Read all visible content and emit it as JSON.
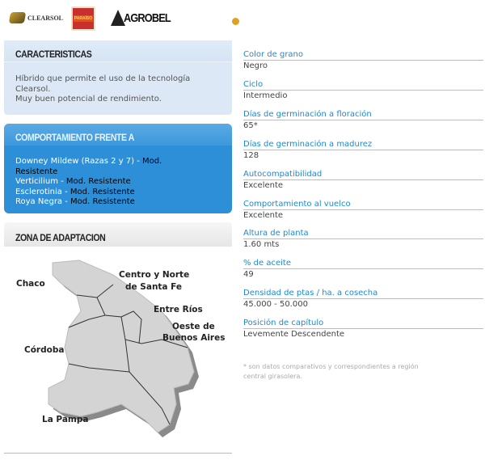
{
  "logos": [
    "CLEARSOL",
    "PARAÍSO",
    "AGROBEL"
  ],
  "caracteristicas": {
    "title": "CARACTERISTICAS",
    "lines": [
      "Híbrido que permite el uso de la tecnología",
      "Clearsol.",
      "Muy buen potencial de rendimiento."
    ]
  },
  "comportamiento": {
    "title": "COMPORTAMIENTO FRENTE A",
    "items": [
      {
        "name": "Downey  Mildew (Razas 2 y 7) - ",
        "value": "Mod. Resistente"
      },
      {
        "name": "Verticilium - ",
        "value": "Mod. Resistente"
      },
      {
        "name": "Esclerotinia - ",
        "value": "Mod. Resistente"
      },
      {
        "name": "Roya Negra - ",
        "value": "Mod. Resistente"
      }
    ]
  },
  "zona": {
    "title": "ZONA DE ADAPTACION",
    "regions": [
      "Chaco",
      "Centro y Norte",
      "de Santa Fe",
      "Entre Ríos",
      "Oeste de",
      "Buenos Aires",
      "Córdoba",
      "La Pampa"
    ]
  },
  "fields": [
    {
      "label": "Color de grano",
      "value": "Negro"
    },
    {
      "label": "Ciclo",
      "value": "Intermedio"
    },
    {
      "label": "Días de germinación a floración",
      "value": "65*"
    },
    {
      "label": "Días de germinación a madurez",
      "value": "128"
    },
    {
      "label": "Autocompatibilidad",
      "value": "Excelente"
    },
    {
      "label": "Comportamiento al vuelco",
      "value": "Excelente"
    },
    {
      "label": "Altura de planta",
      "value": "1.60 mts"
    },
    {
      "label": "% de aceite",
      "value": "49"
    },
    {
      "label": "Densidad de ptas / ha. a cosecha",
      "value": "45.000 - 50.000"
    },
    {
      "label": "Posición de capítulo",
      "value": "Levemente Descendente"
    }
  ],
  "footnote": "* son datos comparativos y correspondientes a región central girasolera."
}
